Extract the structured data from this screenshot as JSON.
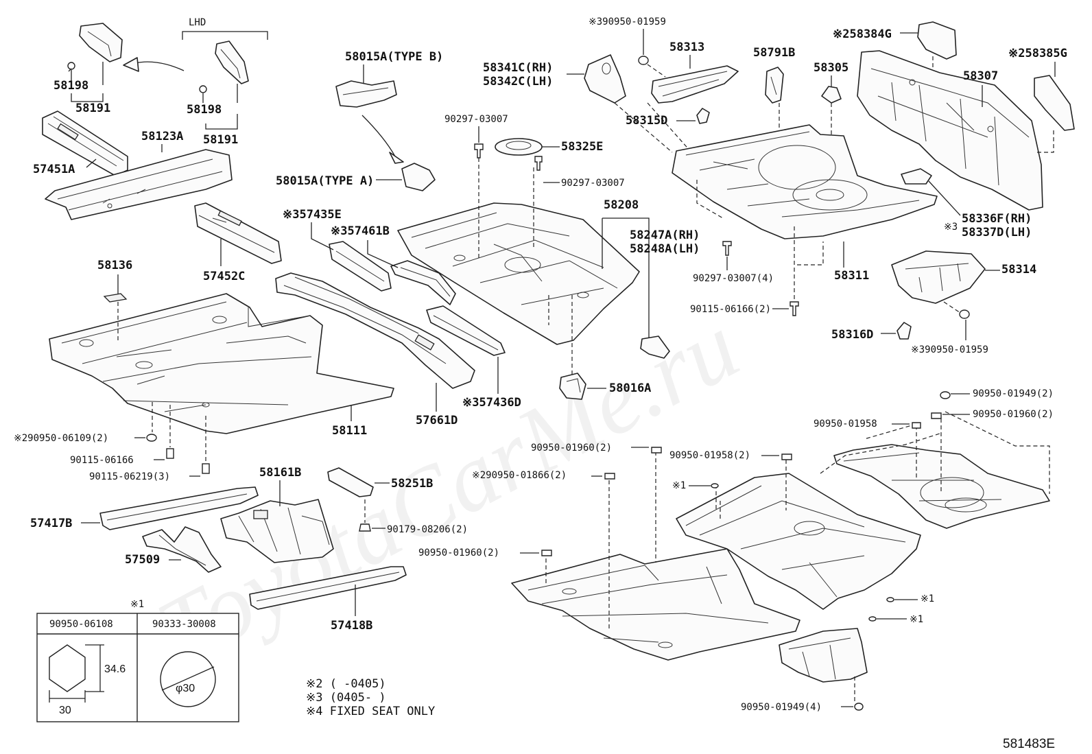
{
  "watermark": "ToyotaCarMe.ru",
  "diagram_code": "581483E",
  "group_label": "LHD",
  "labels": {
    "p58198a": "58198",
    "p58191a": "58191",
    "p58198b": "58198",
    "p58191b": "58191",
    "p57451A": "57451A",
    "p58123A": "58123A",
    "p58015A_B": "58015A(TYPE B)",
    "p58015A_A": "58015A(TYPE A)",
    "p90297_03007a": "90297-03007",
    "p58325E": "58325E",
    "p90297_03007b": "90297-03007",
    "p58341C": "58341C(RH)",
    "p58342C": "58342C(LH)",
    "p390950_01959": "※390950-01959",
    "p58313": "58313",
    "p58315D": "58315D",
    "p58791B": "58791B",
    "p58305": "58305",
    "p258384G": "※258384G",
    "p258385G": "※258385G",
    "p58307": "58307",
    "p57452C": "57452C",
    "p357435E": "※357435E",
    "p357461B": "※357461B",
    "p58208": "58208",
    "p58247A": "58247A(RH)",
    "p58248A": "58248A(LH)",
    "p90297_03007_4": "90297-03007(4)",
    "p58311": "58311",
    "p58336F": "58336F(RH)",
    "p58337D": "58337D(LH)",
    "p58336_mark": "※3",
    "p58314": "58314",
    "p90115_06166_2": "90115-06166(2)",
    "p58316D": "58316D",
    "p390950_01959b": "※390950-01959",
    "p58136": "58136",
    "p58111": "58111",
    "p57661D": "57661D",
    "p357436D": "※357436D",
    "p58016A": "58016A",
    "p290950_06109": "※290950-06109(2)",
    "p90115_06166": "90115-06166",
    "p90115_06219": "90115-06219(3)",
    "p58161B": "58161B",
    "p58251B": "58251B",
    "p90179_08206": "90179-08206(2)",
    "p57417B": "57417B",
    "p57509": "57509",
    "p57418B": "57418B",
    "p90950_01949_2": "90950-01949(2)",
    "p90950_01958": "90950-01958",
    "p90950_01960_2a": "90950-01960(2)",
    "p90950_01960_2b": "90950-01960(2)",
    "p90950_01958_2": "90950-01958(2)",
    "p290950_01866": "※290950-01866(2)",
    "p90950_01960_2c": "90950-01960(2)",
    "pm1a": "※1",
    "pm1b": "※1",
    "pm1c": "※1",
    "p90950_01949_4": "90950-01949(4)"
  },
  "table": {
    "title": "※1",
    "headers": [
      "90950-06108",
      "90333-30008"
    ],
    "dim_height": "34.6",
    "dim_width": "30",
    "dim_diameter": "φ30"
  },
  "notes": [
    "※2 (      -0405)",
    "※3 (0405-      )",
    "※4 FIXED SEAT ONLY"
  ]
}
